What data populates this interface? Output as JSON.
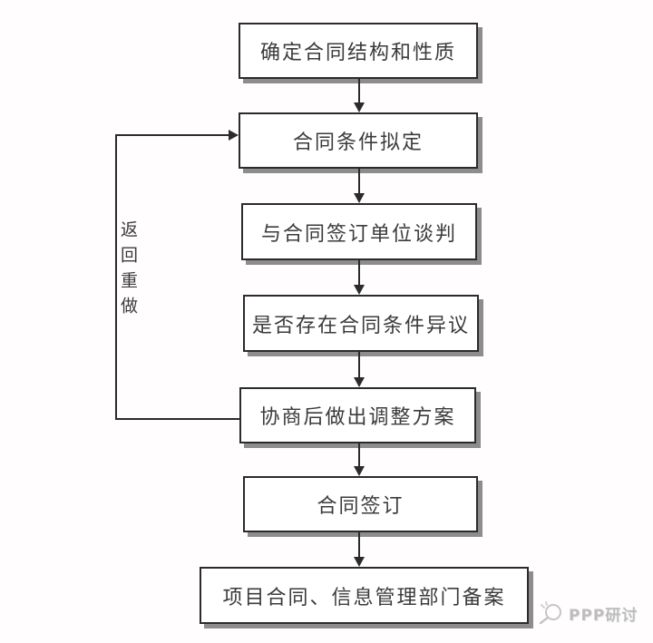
{
  "flowchart": {
    "boxes": [
      {
        "label": "确定合同结构和性质"
      },
      {
        "label": "合同条件拟定"
      },
      {
        "label": "与合同签订单位谈判"
      },
      {
        "label": "是否存在合同条件异议"
      },
      {
        "label": "协商后做出调整方案"
      },
      {
        "label": "合同签订"
      },
      {
        "label": "项目合同、信息管理部门备案"
      }
    ],
    "loop_label": "返回重做",
    "colors": {
      "line": "#2b2b2b",
      "box_fill": "#ffffff",
      "shadow": "#8d8d8d",
      "text": "#3b3b3b"
    }
  },
  "watermark": {
    "icon": "magnifier-icon",
    "text": "PPP研讨",
    "color": "#bdbdbd"
  }
}
